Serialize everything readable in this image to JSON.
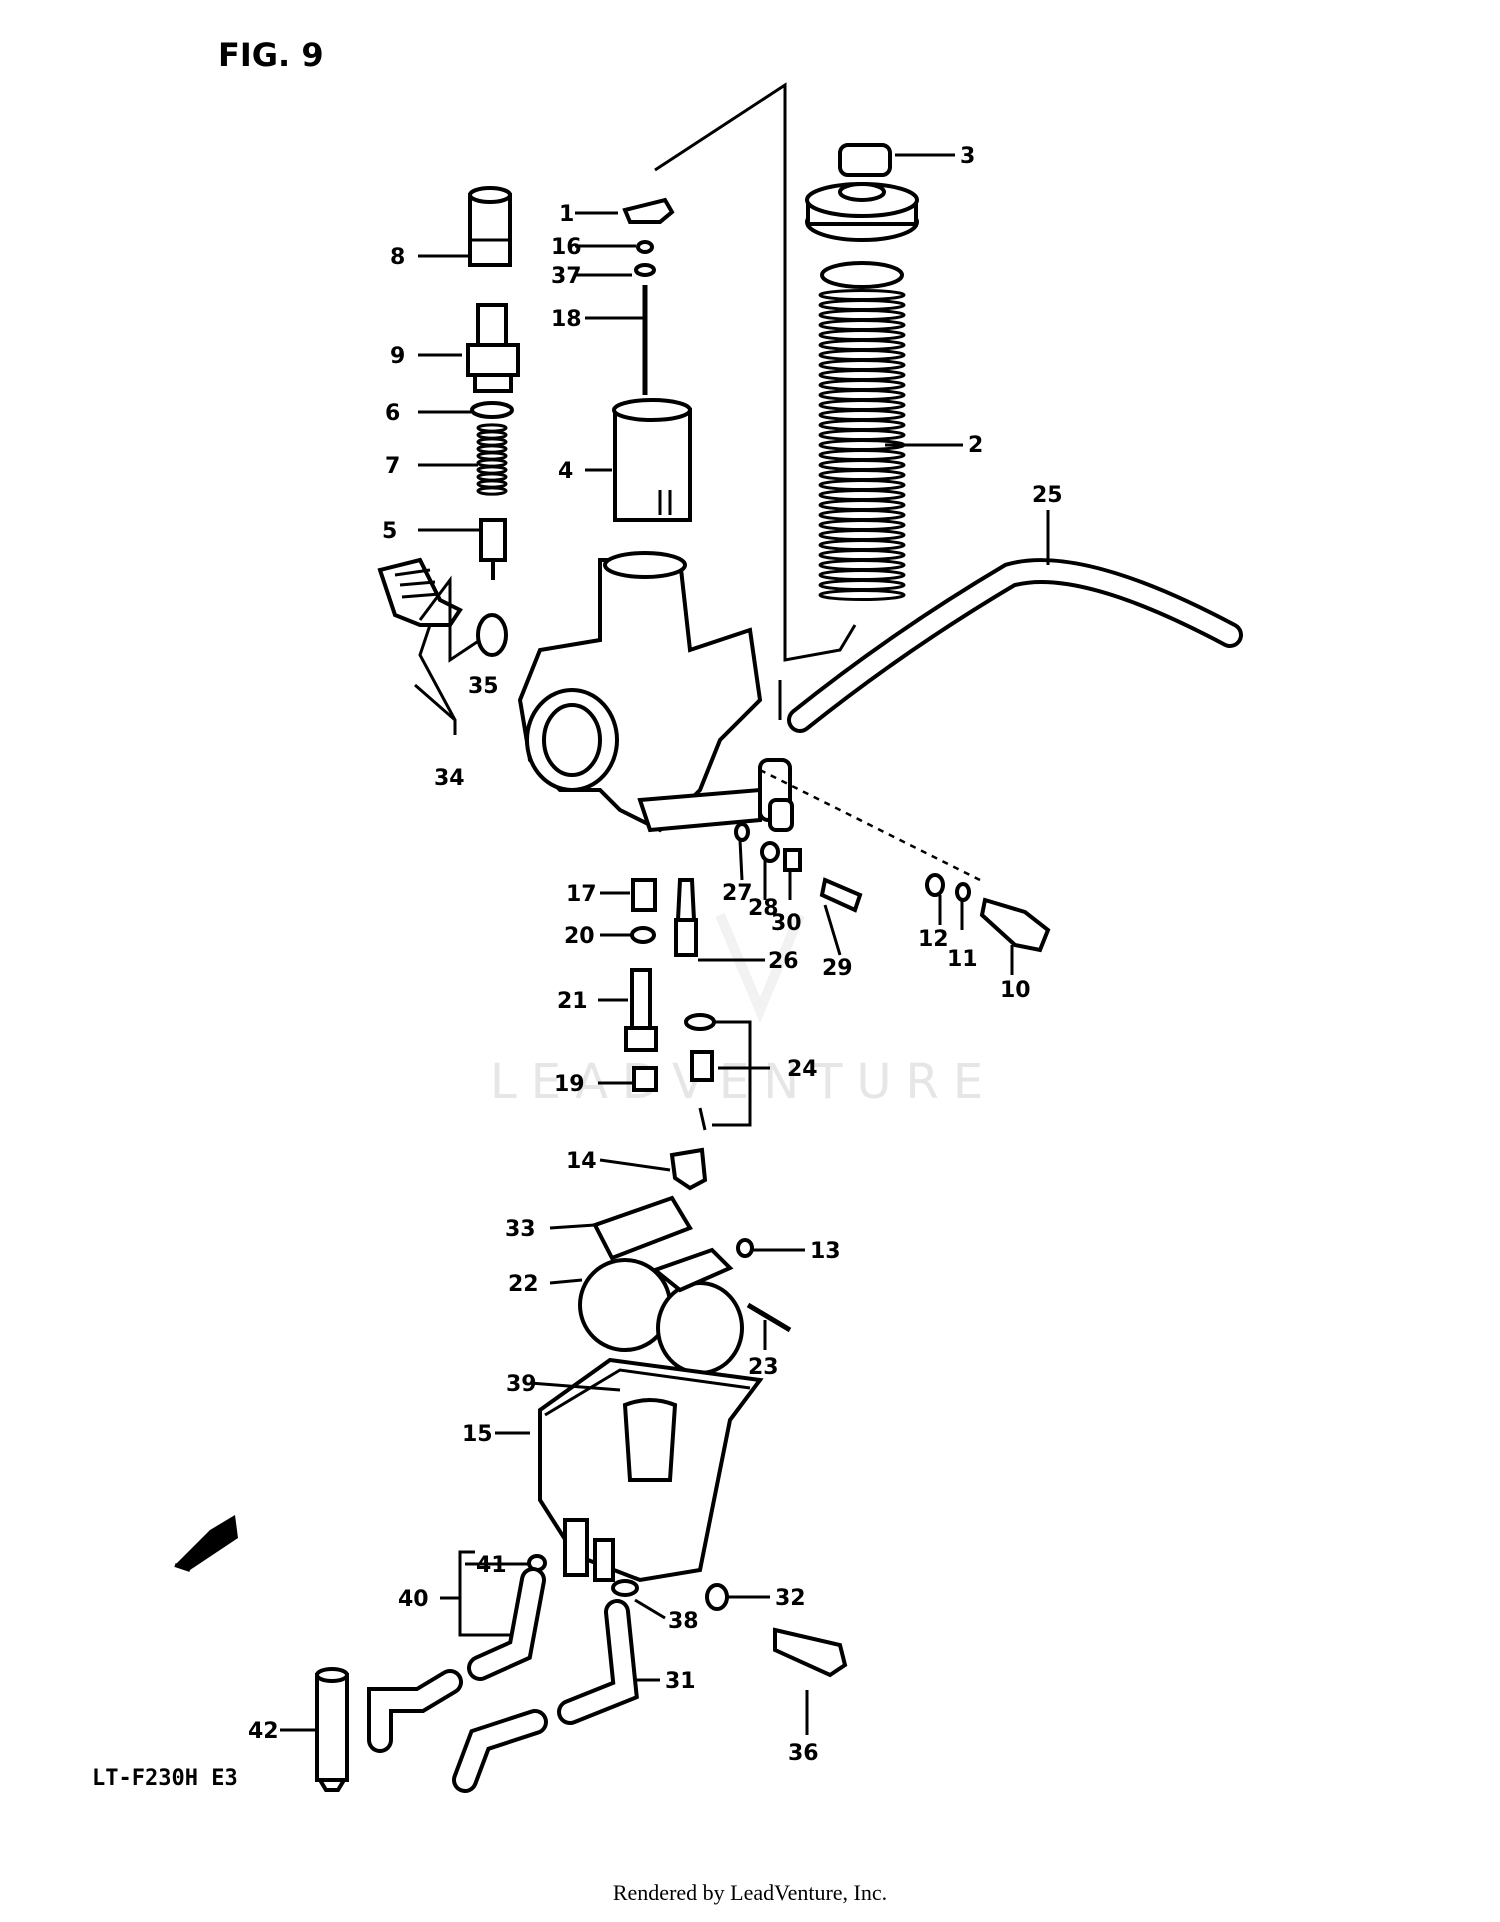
{
  "figure_title": "FIG. 9",
  "model_code": "LT-F230H  E3",
  "watermark": "LEADVENTURE",
  "footer": "Rendered by LeadVenture, Inc.",
  "fwd_icon": "fwd-arrow-icon",
  "callouts": {
    "p1": "1",
    "p2": "2",
    "p3": "3",
    "p4": "4",
    "p5": "5",
    "p6": "6",
    "p7": "7",
    "p8": "8",
    "p9": "9",
    "p10": "10",
    "p11": "11",
    "p12": "12",
    "p13": "13",
    "p14": "14",
    "p15": "15",
    "p16": "16",
    "p17": "17",
    "p18": "18",
    "p19": "19",
    "p20": "20",
    "p21": "21",
    "p22": "22",
    "p23": "23",
    "p24": "24",
    "p25": "25",
    "p26": "26",
    "p27": "27",
    "p28": "28",
    "p29": "29",
    "p30": "30",
    "p31": "31",
    "p32": "32",
    "p33": "33",
    "p34": "34",
    "p35": "35",
    "p36": "36",
    "p37": "37",
    "p38": "38",
    "p39": "39",
    "p40": "40",
    "p41": "41",
    "p42": "42"
  }
}
